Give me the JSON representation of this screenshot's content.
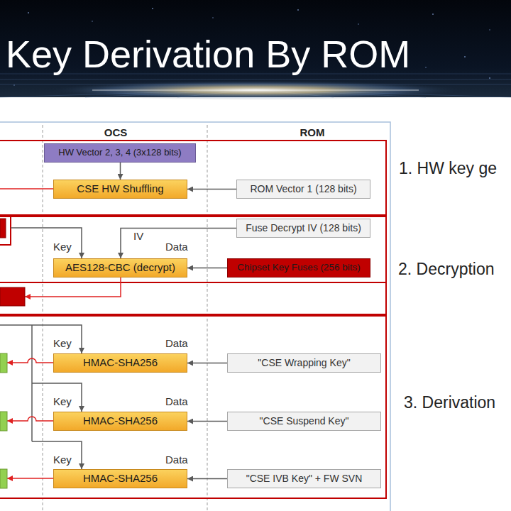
{
  "diagram": {
    "title": "Key Derivation By ROM",
    "nodes": [
      {
        "text": [
          "1. HW key ge"
        ]
      },
      {
        "text": [
          "HW Vector 2, 3, 4 (3x128 bits)"
        ],
        "in": 0
      },
      {
        "text": [
          "CSE HW Shuffling"
        ],
        "in": 0
      },
      {
        "text": [
          "ROM Vector 1 (128 bits)"
        ],
        "in": 0
      },
      {
        "text": [
          "2. Decryption"
        ]
      },
      {
        "text": [
          "Fuse Decrypt IV (128 bits)"
        ],
        "in": 4
      },
      {
        "text": [
          "AES128-CBC (decrypt)"
        ],
        "in": 4
      },
      {
        "text": [
          "Chipset Key Fuses (256 bits)"
        ],
        "in": 4
      },
      {
        "text": [
          "3. Derivation"
        ]
      },
      {
        "text": [
          "HMAC-SHA256"
        ],
        "in": 8
      },
      {
        "text": [
          "\"CSE Wrapping Key\""
        ],
        "in": 8
      },
      {
        "text": [
          "HMAC-SHA256"
        ],
        "in": 8
      },
      {
        "text": [
          "\"CSE Suspend Key\""
        ],
        "in": 8
      },
      {
        "text": [
          "HMAC-SHA256"
        ],
        "in": 8
      },
      {
        "text": [
          "\"CSE IVB Key\" + FW SVN"
        ],
        "in": 8
      }
    ],
    "edges": [
      {
        "from": 1,
        "to": 2,
        "arrow": "to"
      },
      {
        "from": 3,
        "to": 2,
        "arrow": "to"
      },
      {
        "from": 5,
        "to": 6,
        "label": "IV",
        "arrow": "to"
      },
      {
        "from": 7,
        "to": 6,
        "arrow": "to"
      },
      {
        "from": 10,
        "to": 9,
        "arrow": "to"
      },
      {
        "from": 12,
        "to": 11,
        "arrow": "to"
      },
      {
        "from": 14,
        "to": 13,
        "arrow": "to"
      }
    ],
    "labels": [
      "OCS",
      "ROM",
      "Key",
      "Data",
      "Key",
      "Data",
      "Key",
      "Data",
      "Key",
      "Data"
    ]
  }
}
